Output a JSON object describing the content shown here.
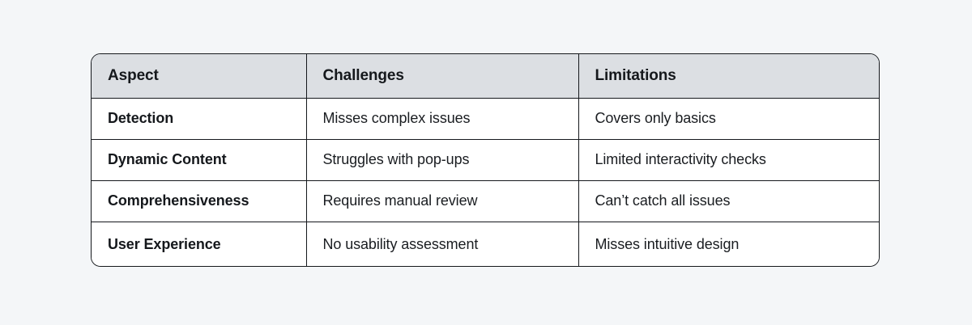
{
  "theme": {
    "page_background": "#f4f6f8",
    "table_background": "#ffffff",
    "header_background": "#dcdfe3",
    "border_color": "#15181c",
    "text_color": "#1a1d21"
  },
  "table": {
    "columns": [
      "Aspect",
      "Challenges",
      "Limitations"
    ],
    "rows": [
      {
        "aspect": "Detection",
        "challenges": "Misses complex issues",
        "limitations": "Covers only basics"
      },
      {
        "aspect": "Dynamic Content",
        "challenges": "Struggles with pop-ups",
        "limitations": "Limited interactivity checks"
      },
      {
        "aspect": "Comprehensiveness",
        "challenges": "Requires manual review",
        "limitations": "Can’t catch all issues"
      },
      {
        "aspect": "User Experience",
        "challenges": "No usability assessment",
        "limitations": "Misses intuitive design"
      }
    ]
  }
}
